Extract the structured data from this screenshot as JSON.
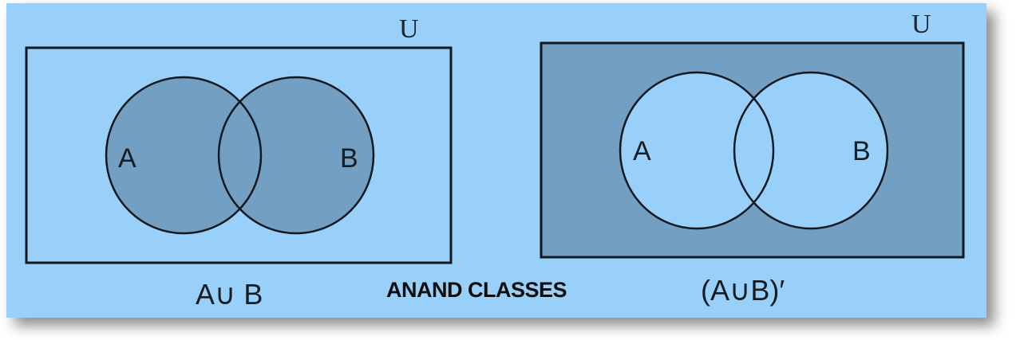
{
  "colors": {
    "background": "#98d0f9",
    "shaded": "#729fc2",
    "stroke": "#111820"
  },
  "diagrams": [
    {
      "name": "union",
      "universe_label": "U",
      "set_a_label": "A",
      "set_b_label": "B",
      "caption": "A∪ B",
      "shaded_region": "A union B"
    },
    {
      "name": "complement-of-union",
      "universe_label": "U",
      "set_a_label": "A",
      "set_b_label": "B",
      "caption": "(A∪B)′",
      "shaded_region": "outside A union B"
    }
  ],
  "brand": {
    "text": "ANAND CLASSES"
  }
}
